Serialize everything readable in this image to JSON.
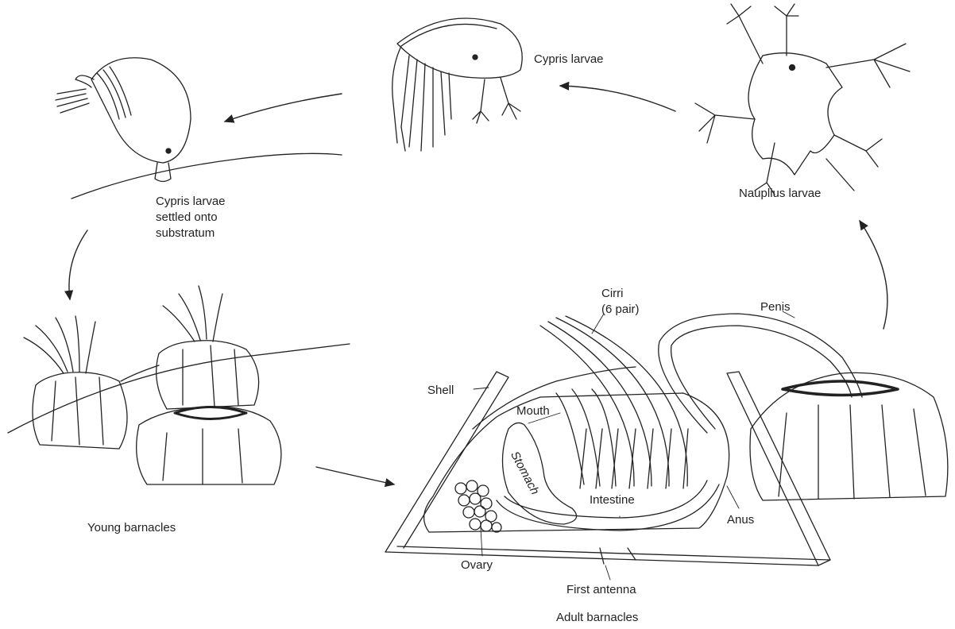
{
  "diagram": {
    "stages": {
      "cypris_free": "Cypris larvae",
      "nauplius": "Nauplius larvae",
      "cypris_settled": "Cypris larvae\nsettled onto\nsubstratum",
      "young": "Young barnacles",
      "adult": "Adult barnacles"
    },
    "anatomy": {
      "cirri": "Cirri\n(6 pair)",
      "penis": "Penis",
      "shell": "Shell",
      "mouth": "Mouth",
      "stomach": "Stomach",
      "intestine": "Intestine",
      "anus": "Anus",
      "ovary": "Ovary",
      "first_antenna": "First antenna"
    },
    "line_color": "#222222"
  }
}
